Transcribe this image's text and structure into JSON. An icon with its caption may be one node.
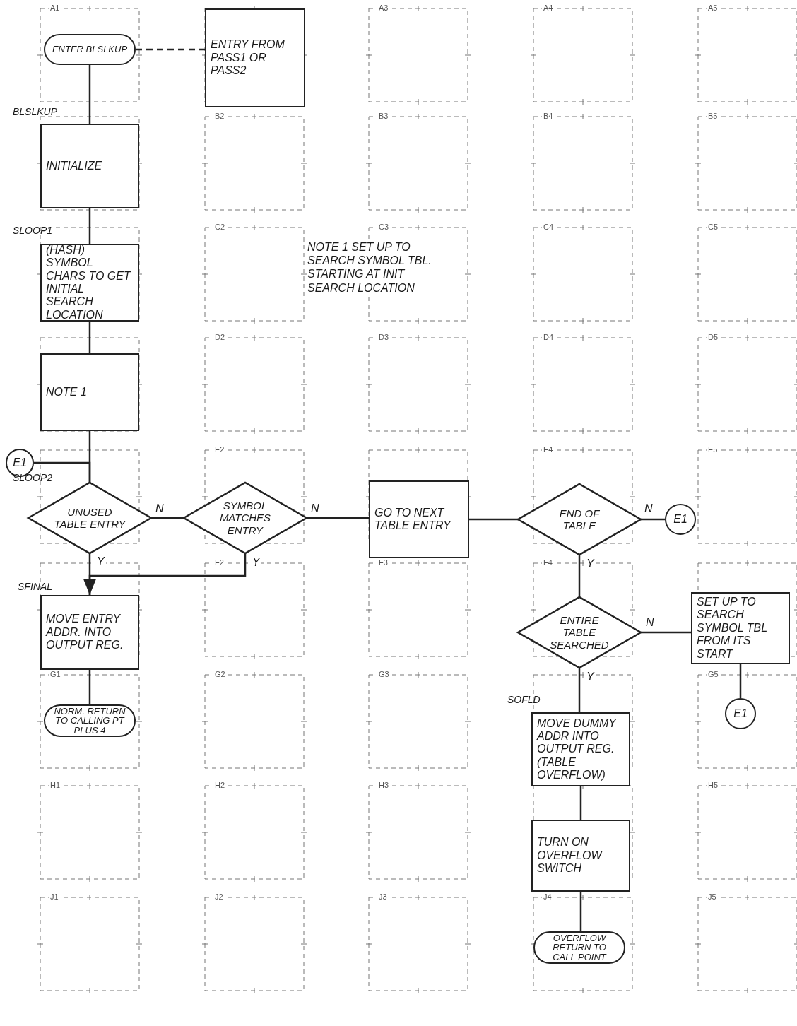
{
  "diagram": {
    "nodes": [
      {
        "text": [
          "ENTER BLSLKUP"
        ]
      },
      {
        "text": [
          "ENTRY FROM PASS1 OR PASS2"
        ]
      },
      {
        "text": [
          "INITIALIZE"
        ],
        "beside": [
          "BLSLKUP"
        ]
      },
      {
        "text": [
          "(HASH) SYMBOL CHARS TO GET INITIAL SEARCH LOCATION"
        ],
        "beside": [
          "SLOOP1"
        ]
      },
      {
        "text": [
          "NOTE 1"
        ]
      },
      {
        "text": [
          "E1"
        ]
      },
      {
        "text": [
          "UNUSED TABLE ENTRY"
        ],
        "beside": [
          "SLOOP2"
        ]
      },
      {
        "text": [
          "SYMBOL MATCHES ENTRY"
        ]
      },
      {
        "text": [
          "GO TO NEXT TABLE ENTRY"
        ]
      },
      {
        "text": [
          "END OF TABLE"
        ]
      },
      {
        "text": [
          "E1"
        ]
      },
      {
        "text": [
          "MOVE ENTRY ADDR. INTO OUTPUT REG."
        ],
        "beside": [
          "SFINAL"
        ]
      },
      {
        "text": [
          "ENTIRE TABLE SEARCHED"
        ]
      },
      {
        "text": [
          "SET UP TO SEARCH SYMBOL TBL FROM ITS START"
        ]
      },
      {
        "text": [
          "E1"
        ]
      },
      {
        "text": [
          "NORM. RETURN TO CALLING PT PLUS 4"
        ]
      },
      {
        "text": [
          "MOVE DUMMY ADDR INTO OUTPUT REG. (TABLE OVERFLOW)"
        ],
        "beside": [
          "SOFLD"
        ]
      },
      {
        "text": [
          "TURN ON OVERFLOW SWITCH"
        ]
      },
      {
        "text": [
          "OVERFLOW RETURN TO CALL POINT"
        ]
      }
    ],
    "edges": [
      {
        "from": 0,
        "to": 1,
        "arrow": "none",
        "style": "dashed"
      },
      {
        "from": 0,
        "to": 2,
        "arrow": "none"
      },
      {
        "from": 2,
        "to": 3,
        "arrow": "none"
      },
      {
        "from": 3,
        "to": 4,
        "arrow": "none"
      },
      {
        "from": 4,
        "to": 6,
        "arrow": "none"
      },
      {
        "from": 5,
        "to": 6,
        "arrow": "none"
      },
      {
        "from": 6,
        "to": 7,
        "arrow": "none",
        "label": "N"
      },
      {
        "from": 7,
        "to": 8,
        "arrow": "none",
        "label": "N"
      },
      {
        "from": 7,
        "to": 11,
        "arrow": "to",
        "label": "Y"
      },
      {
        "from": 6,
        "to": 11,
        "arrow": "none",
        "label": "Y"
      },
      {
        "from": 8,
        "to": 9,
        "arrow": "none"
      },
      {
        "from": 9,
        "to": 10,
        "arrow": "none",
        "label": "N"
      },
      {
        "from": 9,
        "to": 12,
        "arrow": "none",
        "label": "Y"
      },
      {
        "from": 12,
        "to": 13,
        "arrow": "none",
        "label": "N"
      },
      {
        "from": 13,
        "to": 14,
        "arrow": "none"
      },
      {
        "from": 11,
        "to": 15,
        "arrow": "none"
      },
      {
        "from": 12,
        "to": 16,
        "arrow": "none",
        "label": "Y"
      },
      {
        "from": 16,
        "to": 17,
        "arrow": "none"
      },
      {
        "from": 17,
        "to": 18,
        "arrow": "none"
      }
    ],
    "labels": [
      "A1",
      "A3",
      "A4",
      "A5",
      "B2",
      "B3",
      "B4",
      "B5",
      "C2",
      "NOTE 1 SET UP TO SEARCH SYMBOL TBL. STARTING AT INIT SEARCH LOCATION",
      "C3",
      "C4",
      "C5",
      "D2",
      "D3",
      "D4",
      "D5",
      "E2",
      "E4",
      "E5",
      "F2",
      "F3",
      "F4",
      "G1",
      "G2",
      "G3",
      "G5",
      "H1",
      "H2",
      "H3",
      "H5",
      "J1",
      "J2",
      "J3",
      "J4",
      "J5"
    ]
  }
}
